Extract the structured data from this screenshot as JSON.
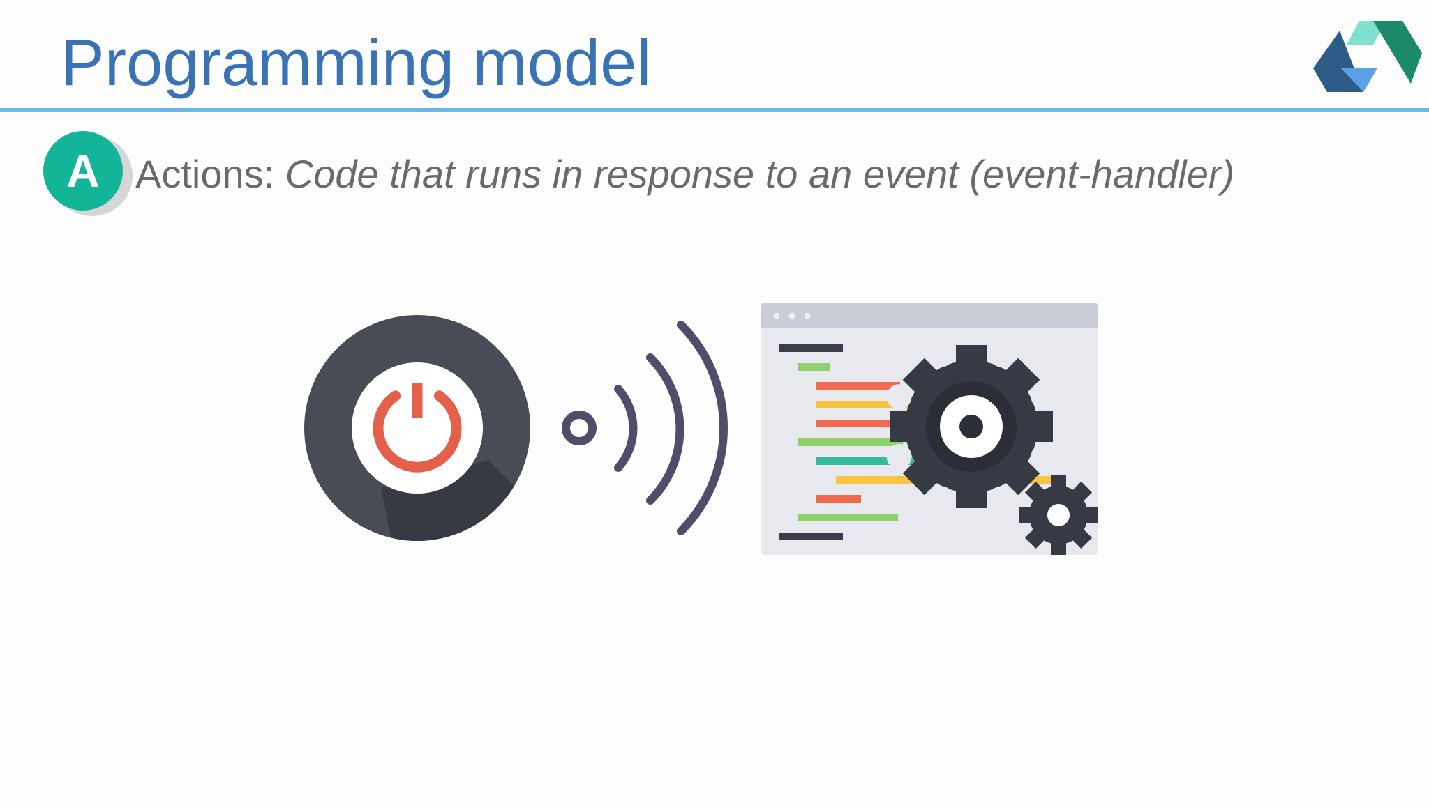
{
  "slide": {
    "title": "Programming model",
    "badge_letter": "A",
    "point": {
      "label": "Actions:",
      "description": "Code that runs in response to an event (event-handler)"
    }
  },
  "icons": {
    "logo": "triangles-logo-icon",
    "power": "power-button-icon",
    "signal": "signal-waves-icon",
    "code_window": "code-window-icon",
    "gears": "gears-icon"
  },
  "colors": {
    "title": "#3a73b5",
    "rule": "#6ab8e8",
    "badge": "#13b598",
    "text": "#6a6a6a",
    "power_dark": "#474c55",
    "power_red": "#e5604a",
    "signal": "#4f4e6a",
    "window_bg": "#e8e9ee",
    "window_bar": "#c9cdd6",
    "gear": "#363a44"
  }
}
